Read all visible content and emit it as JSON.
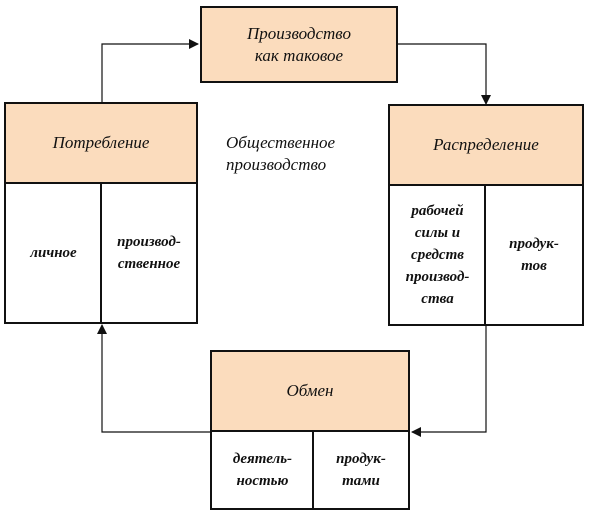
{
  "center_label": "Общественное\nпроизводство",
  "production": {
    "title": "Производство\nкак таковое"
  },
  "consumption": {
    "title": "Потребление",
    "cells": [
      "личное",
      "производ-\nственное"
    ]
  },
  "distribution": {
    "title": "Распределение",
    "cells": [
      "рабочей\nсилы и\nсредств\nпроизвод-\nства",
      "продук-\nтов"
    ]
  },
  "exchange": {
    "title": "Обмен",
    "cells": [
      "деятель-\nностью",
      "продук-\nтами"
    ]
  },
  "colors": {
    "header_fill": "#fbdcbd",
    "line": "#111111"
  }
}
